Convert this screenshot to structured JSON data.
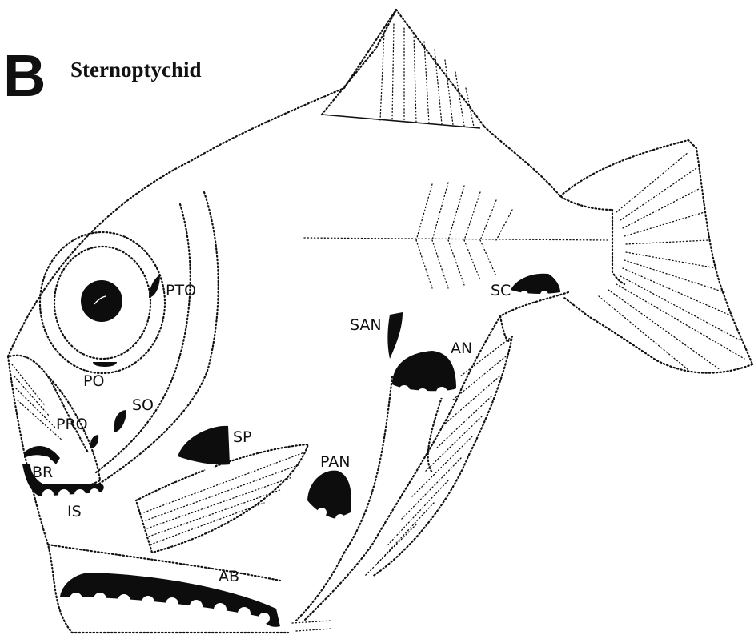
{
  "figure": {
    "panel_letter": "B",
    "title": "Sternoptychid"
  },
  "labels": {
    "pto": "PTO",
    "po": "PO",
    "so": "SO",
    "pro": "PRO",
    "br": "BR",
    "is": "IS",
    "sp": "SP",
    "pan": "PAN",
    "san": "SAN",
    "an": "AN",
    "sc": "SC",
    "ab": "AB"
  }
}
